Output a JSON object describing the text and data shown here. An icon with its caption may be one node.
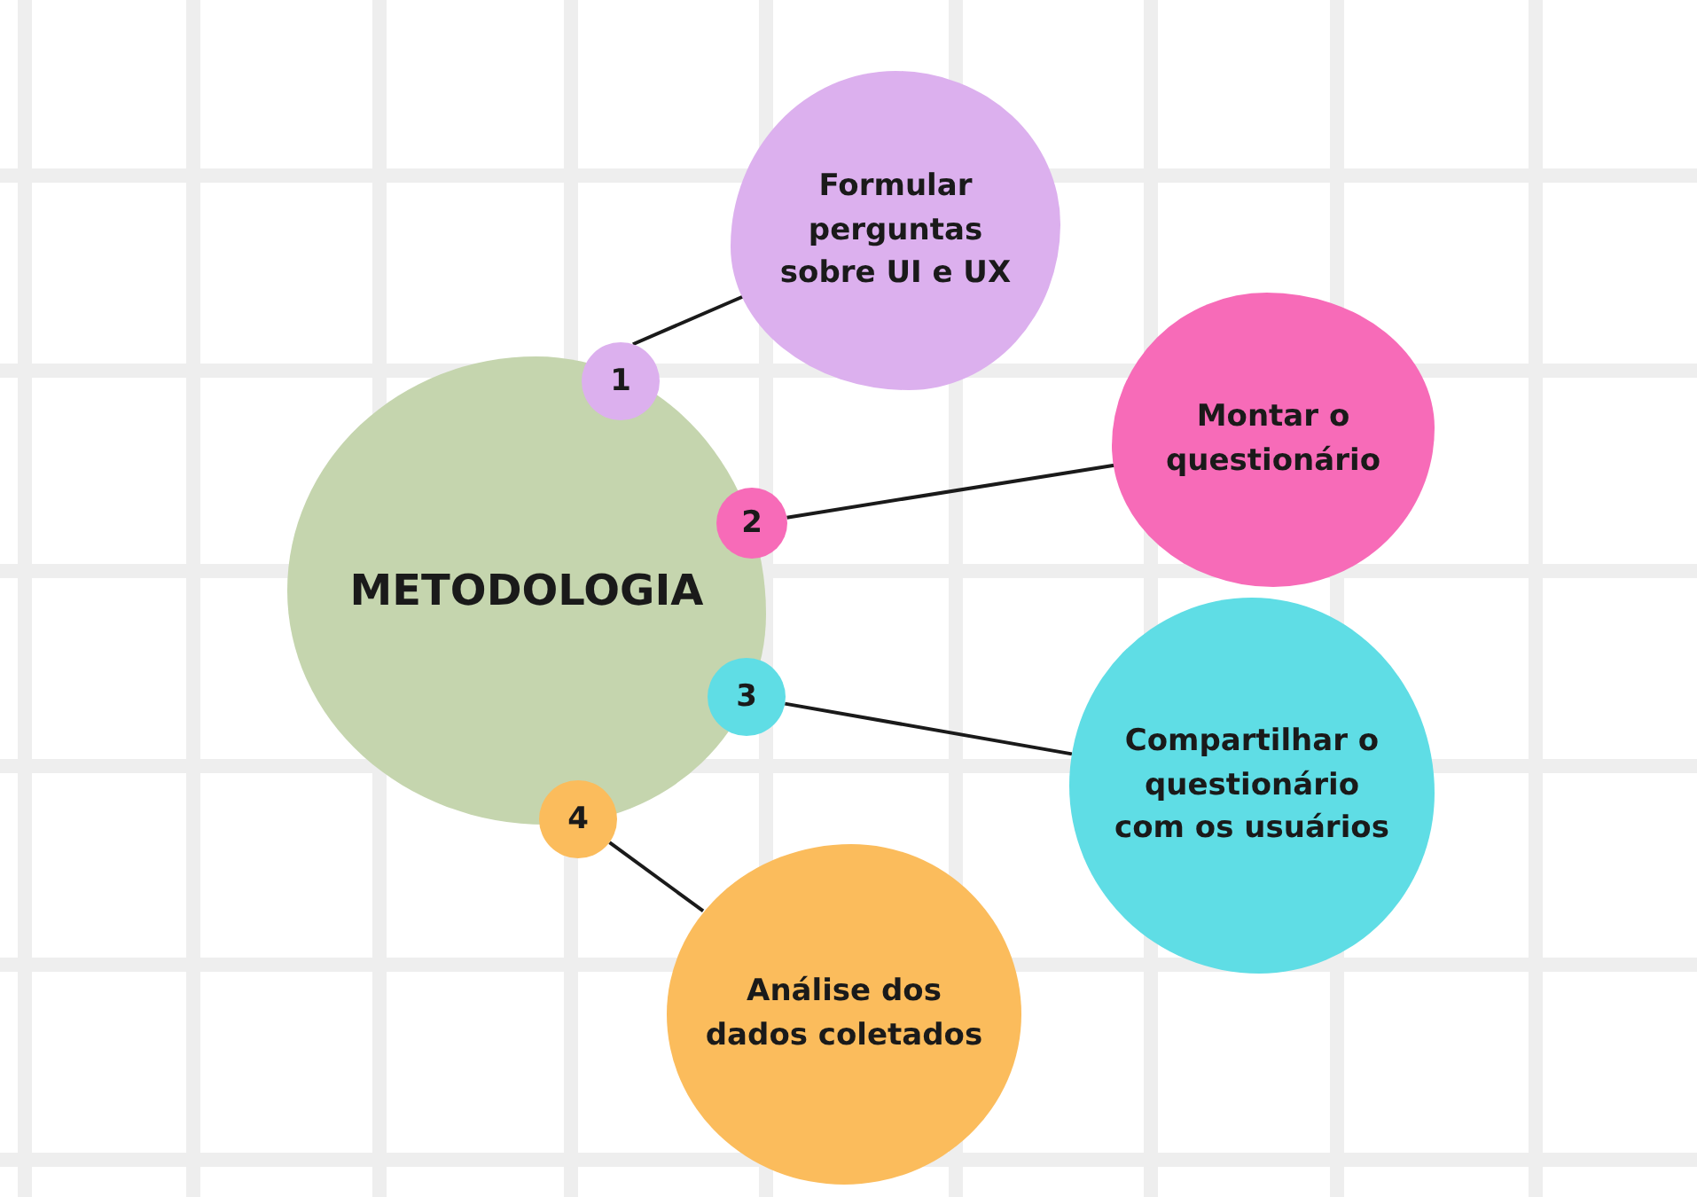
{
  "diagram": {
    "nodes": [
      {
        "text": [
          "METODOLOGIA"
        ]
      },
      {
        "text": [
          "1"
        ]
      },
      {
        "text": [
          "2"
        ]
      },
      {
        "text": [
          "3"
        ]
      },
      {
        "text": [
          "4"
        ]
      },
      {
        "text": [
          "Formular perguntas sobre UI e UX"
        ]
      },
      {
        "text": [
          "Montar o questionário"
        ]
      },
      {
        "text": [
          "Compartilhar o questionário com os usuários"
        ]
      },
      {
        "text": [
          "Análise dos dados coletados"
        ]
      }
    ],
    "edges": [
      {
        "from": 1,
        "to": 5,
        "arrow": "none"
      },
      {
        "from": 2,
        "to": 6,
        "arrow": "none"
      },
      {
        "from": 3,
        "to": 7,
        "arrow": "none"
      },
      {
        "from": 4,
        "to": 8,
        "arrow": "none"
      }
    ]
  }
}
